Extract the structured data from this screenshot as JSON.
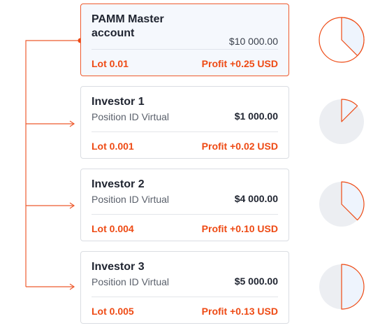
{
  "colors": {
    "accent": "#ee4a14",
    "card_border": "#dadde2",
    "master_bg": "#f5f8fd",
    "pie_bg": "#eceef2",
    "pie_fill": "#eef4fd"
  },
  "master": {
    "title": "PAMM Master account",
    "amount": "$10 000.00",
    "lot": "Lot 0.01",
    "profit": "Profit +0.25 USD",
    "share": 0.375
  },
  "investors": [
    {
      "title": "Investor 1",
      "subtitle": "Position ID Virtual",
      "amount": "$1 000.00",
      "lot": "Lot 0.001",
      "profit": "Profit +0.02 USD",
      "share": 0.125
    },
    {
      "title": "Investor 2",
      "subtitle": "Position ID Virtual",
      "amount": "$4 000.00",
      "lot": "Lot 0.004",
      "profit": "Profit +0.10 USD",
      "share": 0.375
    },
    {
      "title": "Investor 3",
      "subtitle": "Position ID Virtual",
      "amount": "$5 000.00",
      "lot": "Lot 0.005",
      "profit": "Profit +0.13 USD",
      "share": 0.5
    }
  ]
}
